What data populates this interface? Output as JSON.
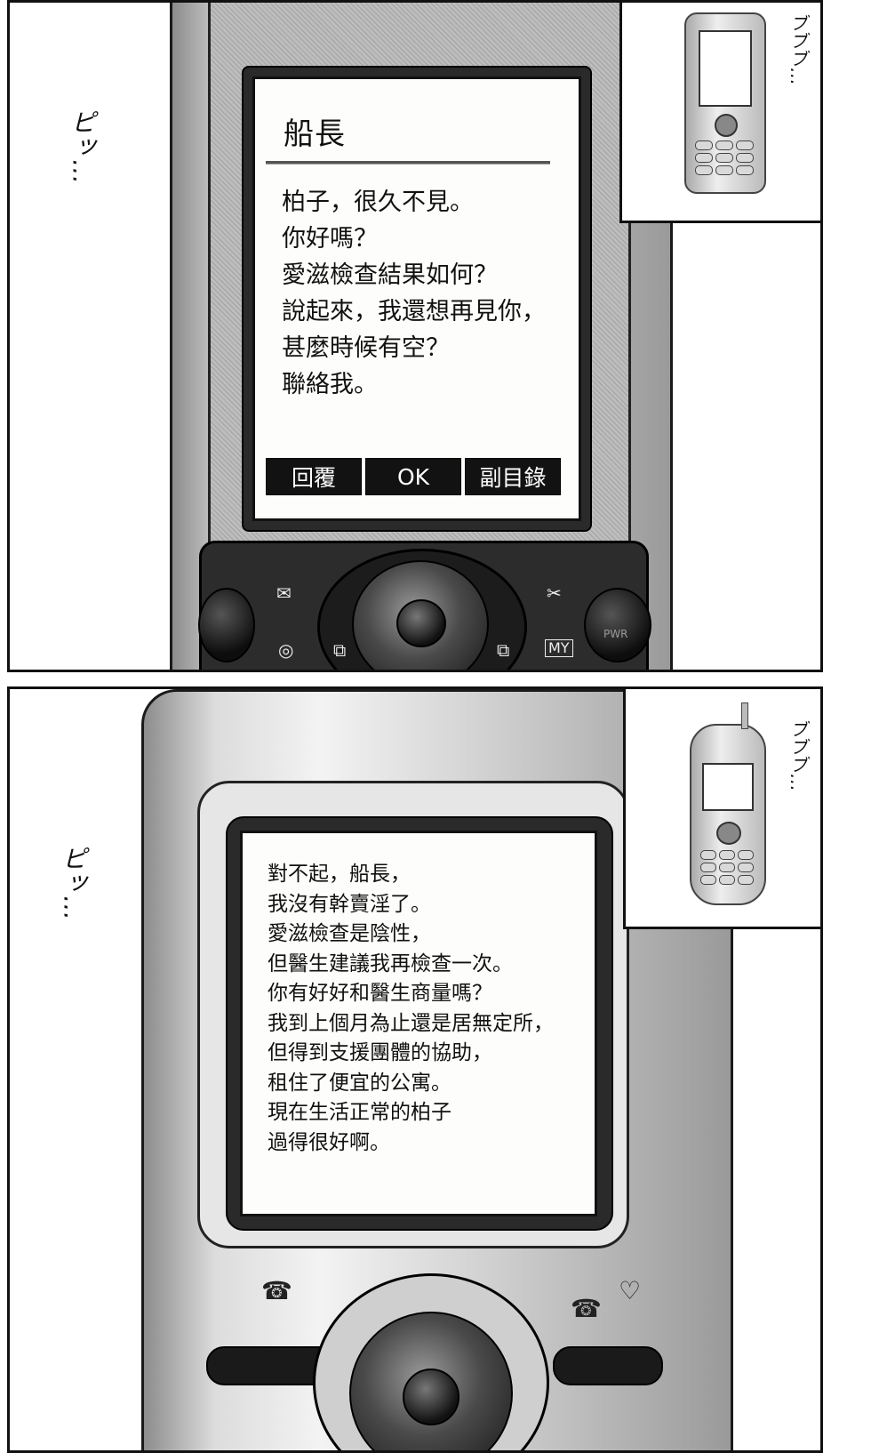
{
  "panel1": {
    "sfx_left": "ピッ…",
    "sfx_right": "ブブブ…",
    "phone": {
      "title": "船長",
      "message_lines": [
        "柏子，很久不見。",
        "你好嗎？",
        "愛滋檢查結果如何？",
        "說起來，我還想再見你，",
        "甚麼時候有空？",
        "聯絡我。"
      ],
      "softkeys": [
        "回覆",
        "OK",
        "副目錄"
      ],
      "key_labels": {
        "my": "MY",
        "pwr": "PWR"
      }
    }
  },
  "panel2": {
    "sfx_left": "ピッ…",
    "sfx_right": "ブブブ…",
    "phone": {
      "message_lines": [
        "對不起，船長，",
        "我沒有幹賣淫了。",
        "愛滋檢查是陰性，",
        "但醫生建議我再檢查一次。",
        "你有好好和醫生商量嗎？",
        "我到上個月為止還是居無定所，",
        "但得到支援團體的協助，",
        "租住了便宜的公寓。",
        "現在生活正常的柏子",
        "過得很好啊。"
      ]
    }
  }
}
